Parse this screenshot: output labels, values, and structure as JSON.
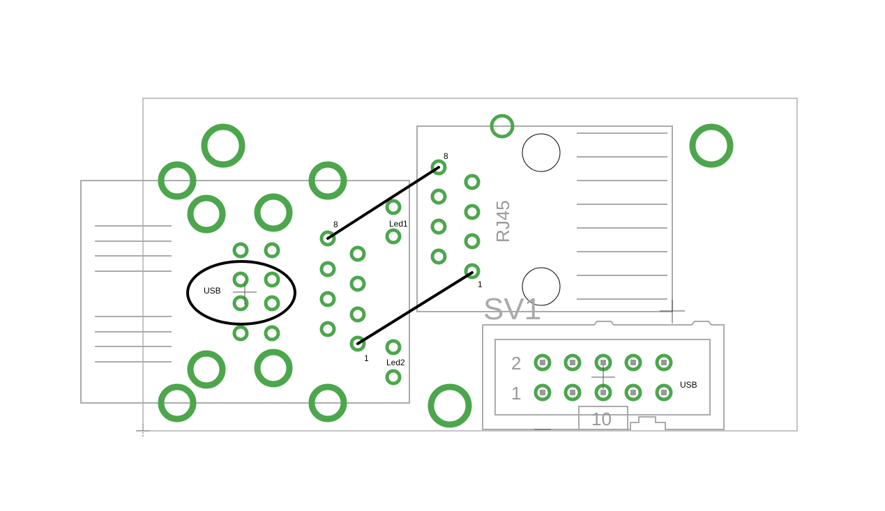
{
  "labels": {
    "usb_left": "USB",
    "usb_header": "USB",
    "led1": "Led1",
    "led2": "Led2",
    "rj45": "RJ45",
    "sv1": "SV1",
    "pin8_left": "8",
    "pin1_left": "1",
    "pin8_right": "8",
    "pin1_right": "1",
    "row2": "2",
    "row1": "1",
    "header_count": "10"
  },
  "colors": {
    "pad": "#4ca64c",
    "outline": "#aaaaaa",
    "wire": "#000000"
  }
}
